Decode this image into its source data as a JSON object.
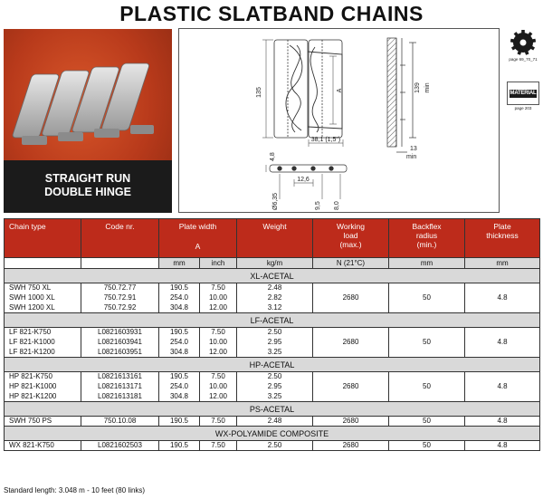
{
  "title": "PLASTIC SLATBAND CHAINS",
  "photo": {
    "caption_line1": "STRAIGHT RUN",
    "caption_line2": "DOUBLE HINGE"
  },
  "drawing": {
    "dims": {
      "d135": "135",
      "dA": "A",
      "d139": "139",
      "dmin1": "min",
      "d381": "38,1 (1,5\")",
      "d48": "4,8",
      "d13": "13",
      "dmin2": "min",
      "d126": "12,6",
      "d635": "Ø6,35",
      "d95": "9,5",
      "d80": "8,0"
    }
  },
  "icons": {
    "sprocket_caption": "page 69_70_71",
    "material_label": "MATERIAL",
    "material_caption": "page 203"
  },
  "table": {
    "headers": {
      "chain_type": "Chain type",
      "code_nr": "Code nr.",
      "plate_width": "Plate width",
      "plate_width_sym": "A",
      "weight": "Weight",
      "working_load_1": "Working",
      "working_load_2": "load",
      "working_load_3": "(max.)",
      "backflex_1": "Backflex",
      "backflex_2": "radius",
      "backflex_3": "(min.)",
      "thickness_1": "Plate",
      "thickness_2": "thickness"
    },
    "units": [
      "mm",
      "inch",
      "kg/m",
      "N (21°C)",
      "mm",
      "mm"
    ],
    "sections": [
      {
        "name": "XL-ACETAL",
        "rows": [
          {
            "type": "SWH   750 XL",
            "code": "750.72.77",
            "mm": "190.5",
            "inch": "7.50",
            "weight": "2.48"
          },
          {
            "type": "SWH 1000 XL",
            "code": "750.72.91",
            "mm": "254.0",
            "inch": "10.00",
            "weight": "2.82"
          },
          {
            "type": "SWH 1200 XL",
            "code": "750.72.92",
            "mm": "304.8",
            "inch": "12.00",
            "weight": "3.12"
          }
        ],
        "load": "2680",
        "backflex": "50",
        "thickness": "4.8"
      },
      {
        "name": "LF-ACETAL",
        "rows": [
          {
            "type": "LF 821-K750",
            "code": "L0821603931",
            "mm": "190.5",
            "inch": "7.50",
            "weight": "2.50"
          },
          {
            "type": "LF 821-K1000",
            "code": "L0821603941",
            "mm": "254.0",
            "inch": "10.00",
            "weight": "2.95"
          },
          {
            "type": "LF 821-K1200",
            "code": "L0821603951",
            "mm": "304.8",
            "inch": "12.00",
            "weight": "3.25"
          }
        ],
        "load": "2680",
        "backflex": "50",
        "thickness": "4.8"
      },
      {
        "name": "HP-ACETAL",
        "rows": [
          {
            "type": "HP 821-K750",
            "code": "L0821613161",
            "mm": "190.5",
            "inch": "7.50",
            "weight": "2.50"
          },
          {
            "type": "HP 821-K1000",
            "code": "L0821613171",
            "mm": "254.0",
            "inch": "10.00",
            "weight": "2.95"
          },
          {
            "type": "HP 821-K1200",
            "code": "L0821613181",
            "mm": "304.8",
            "inch": "12.00",
            "weight": "3.25"
          }
        ],
        "load": "2680",
        "backflex": "50",
        "thickness": "4.8"
      },
      {
        "name": "PS-ACETAL",
        "rows": [
          {
            "type": "SWH 750 PS",
            "code": "750.10.08",
            "mm": "190.5",
            "inch": "7.50",
            "weight": "2.48"
          }
        ],
        "load": "2680",
        "backflex": "50",
        "thickness": "4.8"
      },
      {
        "name": "WX-POLYAMIDE COMPOSITE",
        "rows": [
          {
            "type": "WX 821-K750",
            "code": "L0821602503",
            "mm": "190.5",
            "inch": "7.50",
            "weight": "2.50"
          }
        ],
        "load": "2680",
        "backflex": "50",
        "thickness": "4.8"
      }
    ]
  },
  "footnote": "Standard length: 3.048 m - 10 feet (80 links)"
}
